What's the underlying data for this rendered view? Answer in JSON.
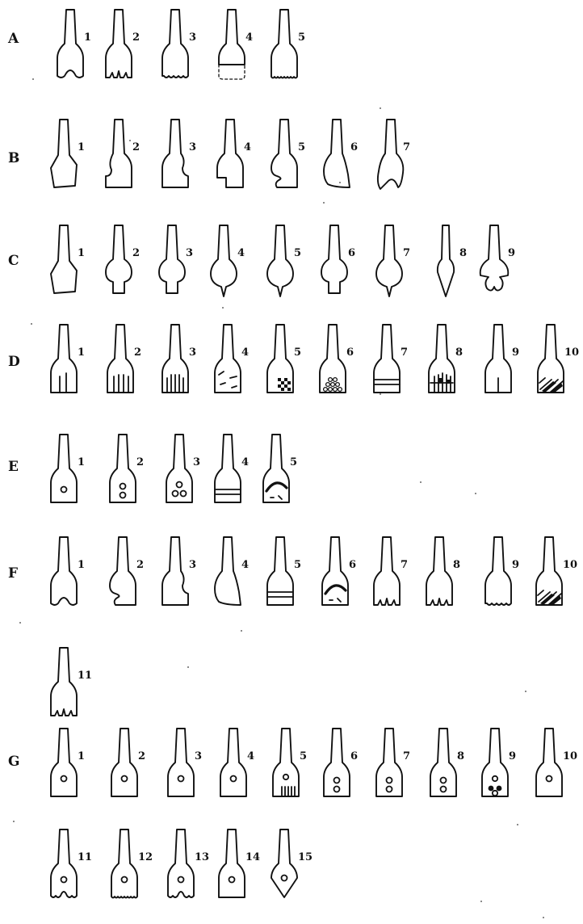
{
  "rows": [
    {
      "label": "A",
      "items": [
        {
          "num": "1",
          "shape": "notch"
        },
        {
          "num": "2",
          "shape": "tri"
        },
        {
          "num": "3",
          "shape": "wave"
        },
        {
          "num": "4",
          "shape": "dash"
        },
        {
          "num": "5",
          "shape": "wavy"
        }
      ]
    },
    {
      "label": "B",
      "items": [
        {
          "num": "1",
          "shape": "hex"
        },
        {
          "num": "2",
          "shape": "cutL"
        },
        {
          "num": "3",
          "shape": "cutR"
        },
        {
          "num": "4",
          "shape": "cutR2"
        },
        {
          "num": "5",
          "shape": "hook"
        },
        {
          "num": "6",
          "shape": "lean"
        },
        {
          "num": "7",
          "shape": "curve"
        }
      ]
    },
    {
      "label": "C",
      "items": [
        {
          "num": "1",
          "shape": "hex"
        },
        {
          "num": "2",
          "shape": "stem"
        },
        {
          "num": "3",
          "shape": "stem"
        },
        {
          "num": "4",
          "shape": "point"
        },
        {
          "num": "5",
          "shape": "point"
        },
        {
          "num": "6",
          "shape": "stem"
        },
        {
          "num": "7",
          "shape": "point"
        },
        {
          "num": "8",
          "shape": "narrow"
        },
        {
          "num": "9",
          "shape": "mushroom"
        }
      ]
    },
    {
      "label": "D",
      "items": [
        {
          "num": "1",
          "shape": "lines2"
        },
        {
          "num": "2",
          "shape": "lines3"
        },
        {
          "num": "3",
          "shape": "lines4"
        },
        {
          "num": "4",
          "shape": "marks"
        },
        {
          "num": "5",
          "shape": "check"
        },
        {
          "num": "6",
          "shape": "dots"
        },
        {
          "num": "7",
          "shape": "hbar"
        },
        {
          "num": "8",
          "shape": "grid"
        },
        {
          "num": "9",
          "shape": "vline"
        },
        {
          "num": "10",
          "shape": "hatch"
        }
      ]
    },
    {
      "label": "E",
      "items": [
        {
          "num": "1",
          "shape": "e1"
        },
        {
          "num": "2",
          "shape": "e2"
        },
        {
          "num": "3",
          "shape": "e3"
        },
        {
          "num": "4",
          "shape": "hbar"
        },
        {
          "num": "5",
          "shape": "arc"
        }
      ]
    },
    {
      "label": "F",
      "items": [
        {
          "num": "1",
          "shape": "notch"
        },
        {
          "num": "2",
          "shape": "hook"
        },
        {
          "num": "3",
          "shape": "cutR"
        },
        {
          "num": "4",
          "shape": "lean"
        },
        {
          "num": "5",
          "shape": "hbar"
        },
        {
          "num": "6",
          "shape": "arc"
        },
        {
          "num": "7",
          "shape": "tri"
        },
        {
          "num": "8",
          "shape": "tri"
        },
        {
          "num": "9",
          "shape": "wave"
        },
        {
          "num": "10",
          "shape": "hatch"
        },
        {
          "num": "11",
          "shape": "tri"
        }
      ]
    },
    {
      "label": "G",
      "items": [
        {
          "num": "1",
          "shape": "g1"
        },
        {
          "num": "2",
          "shape": "g1"
        },
        {
          "num": "3",
          "shape": "g1"
        },
        {
          "num": "4",
          "shape": "g1"
        },
        {
          "num": "5",
          "shape": "g5"
        },
        {
          "num": "6",
          "shape": "e2"
        },
        {
          "num": "7",
          "shape": "e2"
        },
        {
          "num": "8",
          "shape": "e2"
        },
        {
          "num": "9",
          "shape": "g9"
        },
        {
          "num": "10",
          "shape": "g1"
        },
        {
          "num": "11",
          "shape": "g11"
        },
        {
          "num": "12",
          "shape": "g12"
        },
        {
          "num": "13",
          "shape": "g11"
        },
        {
          "num": "14",
          "shape": "g1"
        },
        {
          "num": "15",
          "shape": "g15"
        }
      ]
    }
  ]
}
